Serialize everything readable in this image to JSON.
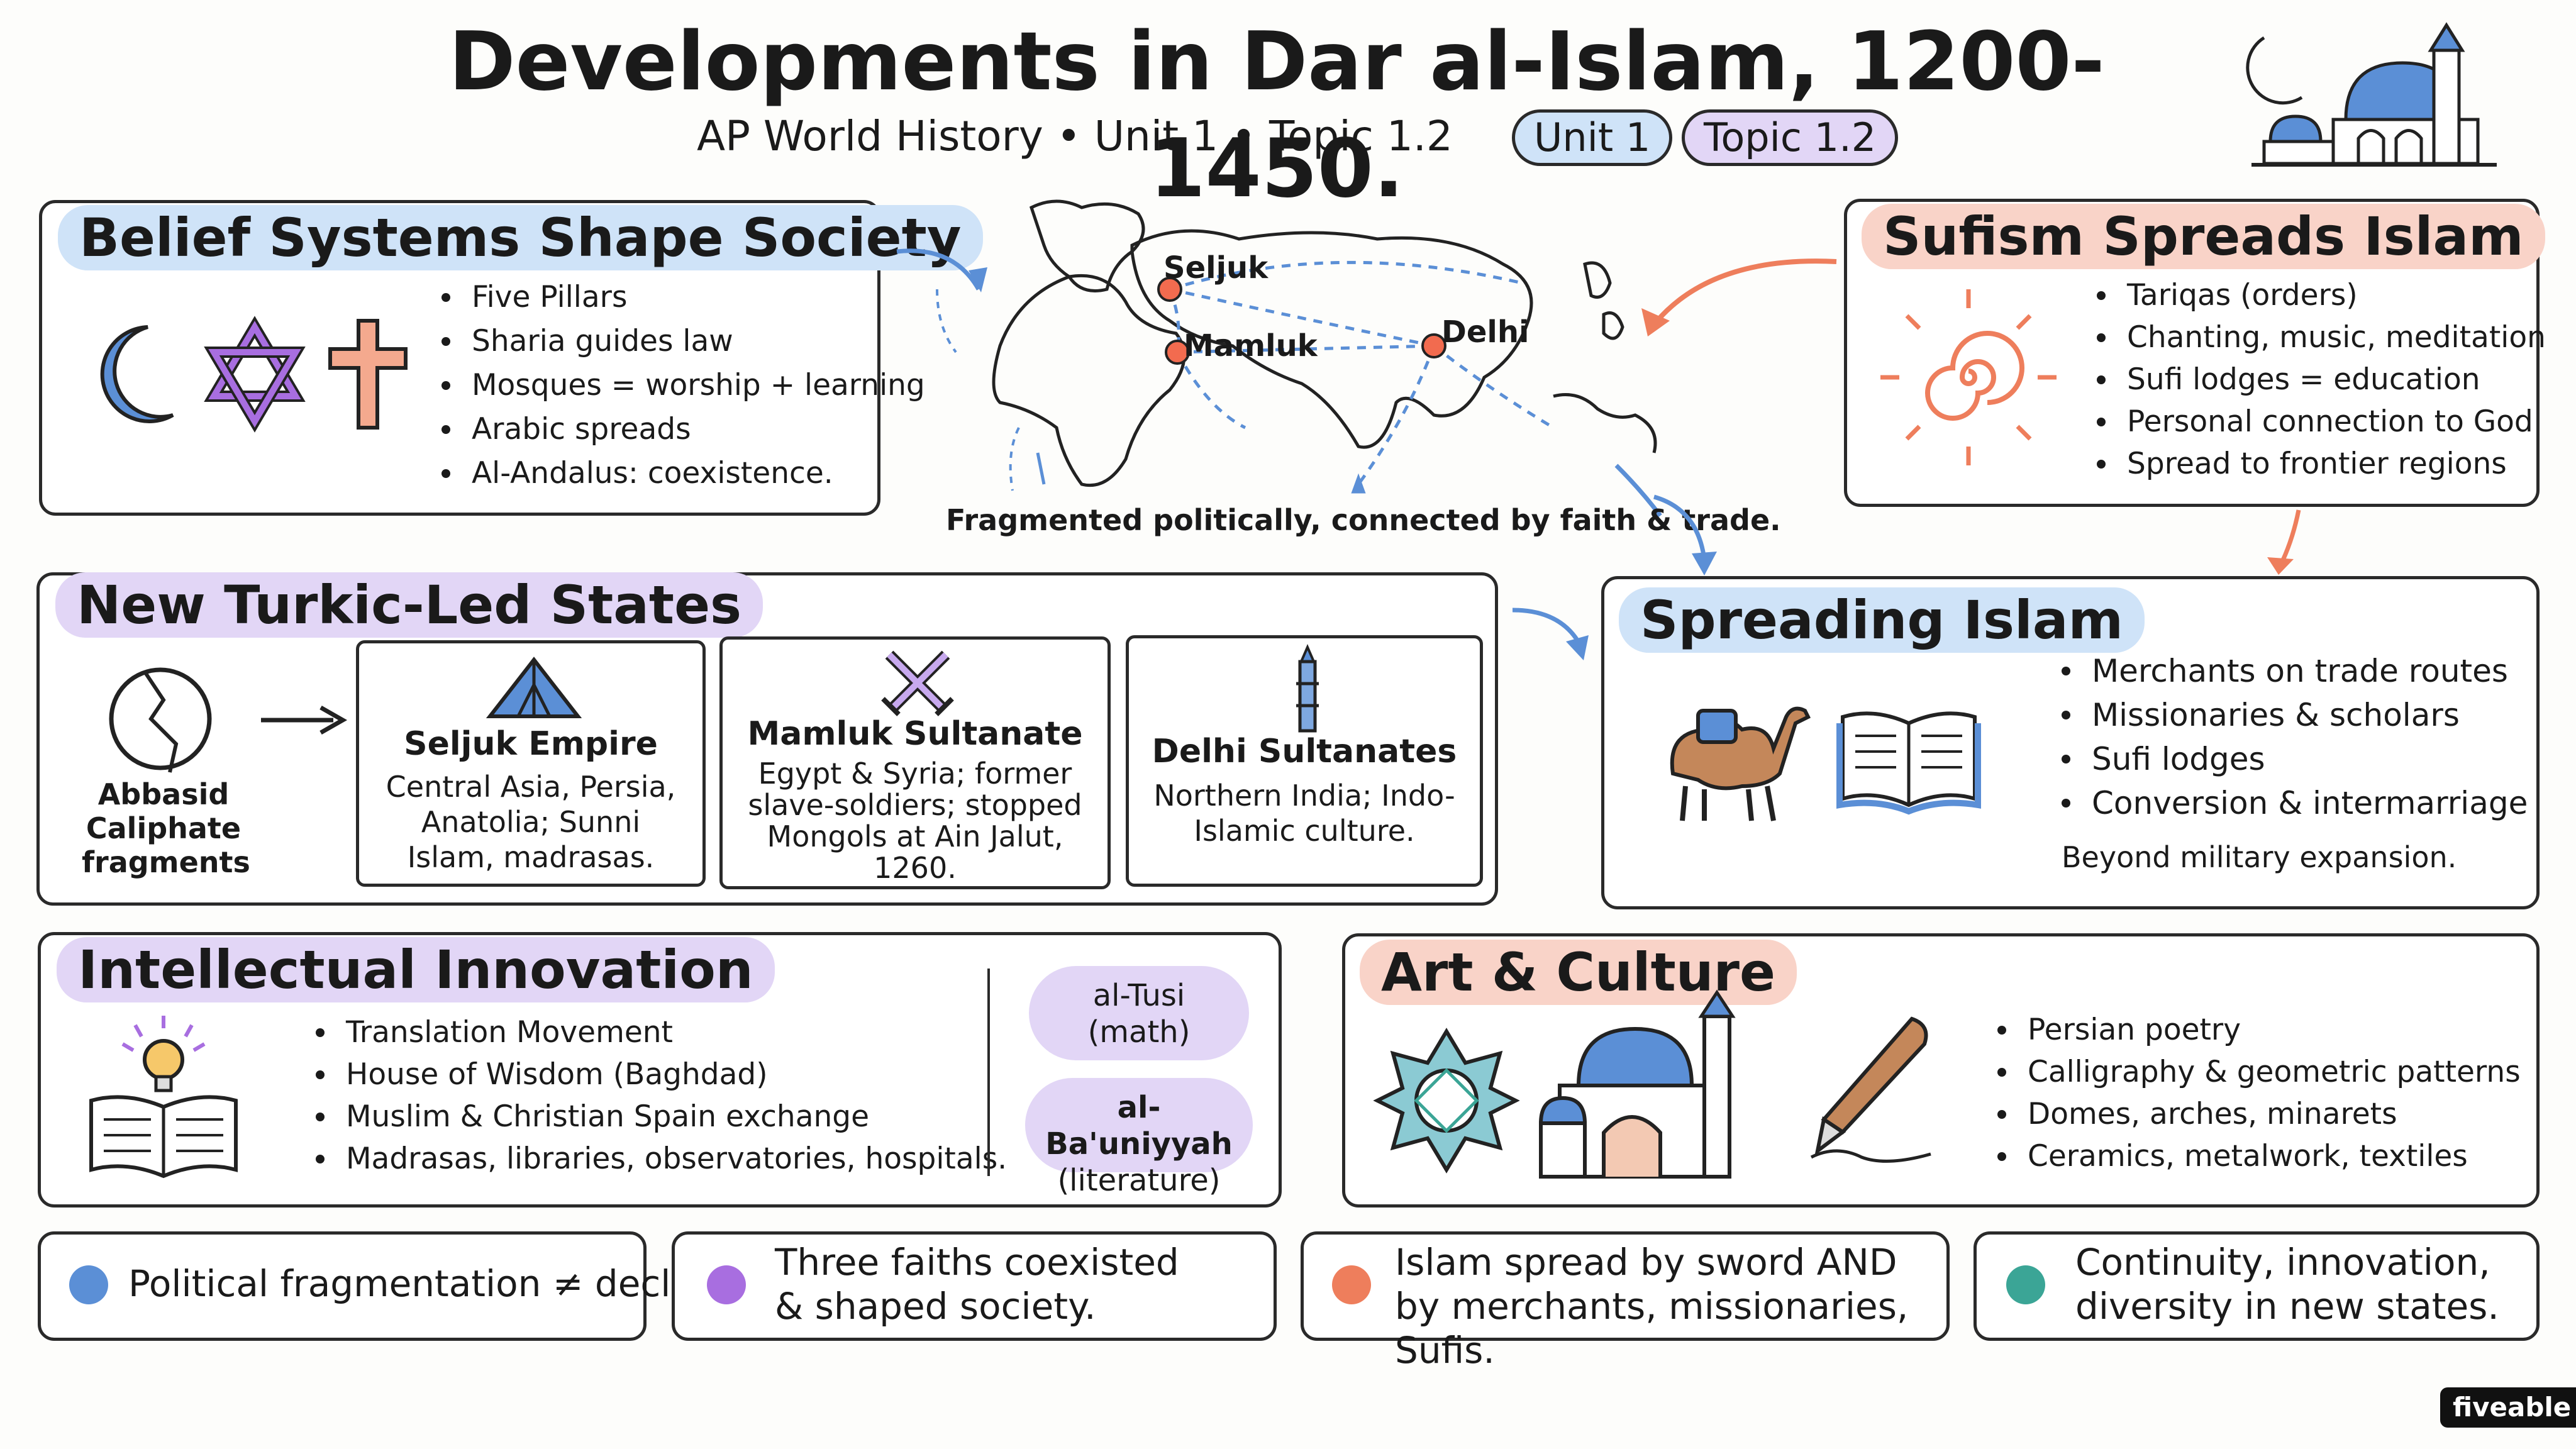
{
  "header": {
    "title": "Developments in Dar al-Islam, 1200-1450.",
    "subtitle": "AP World History • Unit 1 • Topic 1.2",
    "tag_unit": "Unit 1",
    "tag_topic": "Topic 1.2"
  },
  "belief": {
    "title": "Belief Systems Shape Society",
    "bullets": [
      "Five Pillars",
      "Sharia guides law",
      "Mosques = worship + learning",
      "Arabic spreads",
      "Al-Andalus: coexistence."
    ],
    "icons": [
      "crescent-icon",
      "star-of-david-icon",
      "cross-icon"
    ]
  },
  "map": {
    "labels": {
      "seljuk": "Seljuk",
      "mamluk": "Mamluk",
      "delhi": "Delhi"
    },
    "caption": "Fragmented politically, connected by faith & trade."
  },
  "sufism": {
    "title": "Sufism Spreads Islam",
    "bullets": [
      "Tariqas (orders)",
      "Chanting, music, meditation",
      "Sufi lodges = education",
      "Personal connection to God",
      "Spread to frontier regions"
    ],
    "icon": "spiral-sun-icon"
  },
  "turkic": {
    "title": "New Turkic-Led States",
    "abbasid": "Abbasid Caliphate fragments",
    "states": [
      {
        "name": "Seljuk Empire",
        "text": "Central Asia, Persia, Anatolia; Sunni Islam, madrasas.",
        "icon": "tent-icon"
      },
      {
        "name": "Mamluk Sultanate",
        "text": "Egypt & Syria; former slave-soldiers; stopped Mongols at Ain Jalut, 1260.",
        "icon": "crossed-swords-icon"
      },
      {
        "name": "Delhi Sultanates",
        "text": "Northern India; Indo-Islamic culture.",
        "icon": "minaret-icon"
      }
    ]
  },
  "spreading": {
    "title": "Spreading Islam",
    "bullets": [
      "Merchants on trade routes",
      "Missionaries & scholars",
      "Sufi lodges",
      "Conversion & intermarriage"
    ],
    "note": "Beyond military expansion."
  },
  "intellectual": {
    "title": "Intellectual Innovation",
    "bullets": [
      "Translation Movement",
      "House of Wisdom (Baghdad)",
      "Muslim & Christian Spain exchange",
      "Madrasas, libraries, observatories, hospitals."
    ],
    "people": [
      {
        "name": "al-Tusi",
        "field": "(math)"
      },
      {
        "name": "al-Ba'uniyyah",
        "field": "(literature)"
      }
    ]
  },
  "art": {
    "title": "Art & Culture",
    "bullets": [
      "Persian poetry",
      "Calligraphy & geometric patterns",
      "Domes, arches, minarets",
      "Ceramics, metalwork, textiles"
    ]
  },
  "takeaways": [
    {
      "text": "Political fragmentation ≠ decline.",
      "color": "#5b8fd6"
    },
    {
      "text": "Three faiths coexisted & shaped society.",
      "color": "#a86ee0"
    },
    {
      "text": "Islam spread by sword AND by merchants, missionaries, Sufis.",
      "color": "#ee7e5c"
    },
    {
      "text": "Continuity, innovation, diversity in new states.",
      "color": "#3ba596"
    }
  ],
  "brand": "fiveable",
  "colors": {
    "blue": "#5b8fd6",
    "purple": "#a86ee0",
    "salmon": "#ee7e5c",
    "teal": "#3ba596",
    "red_dot": "#f26b4f"
  }
}
